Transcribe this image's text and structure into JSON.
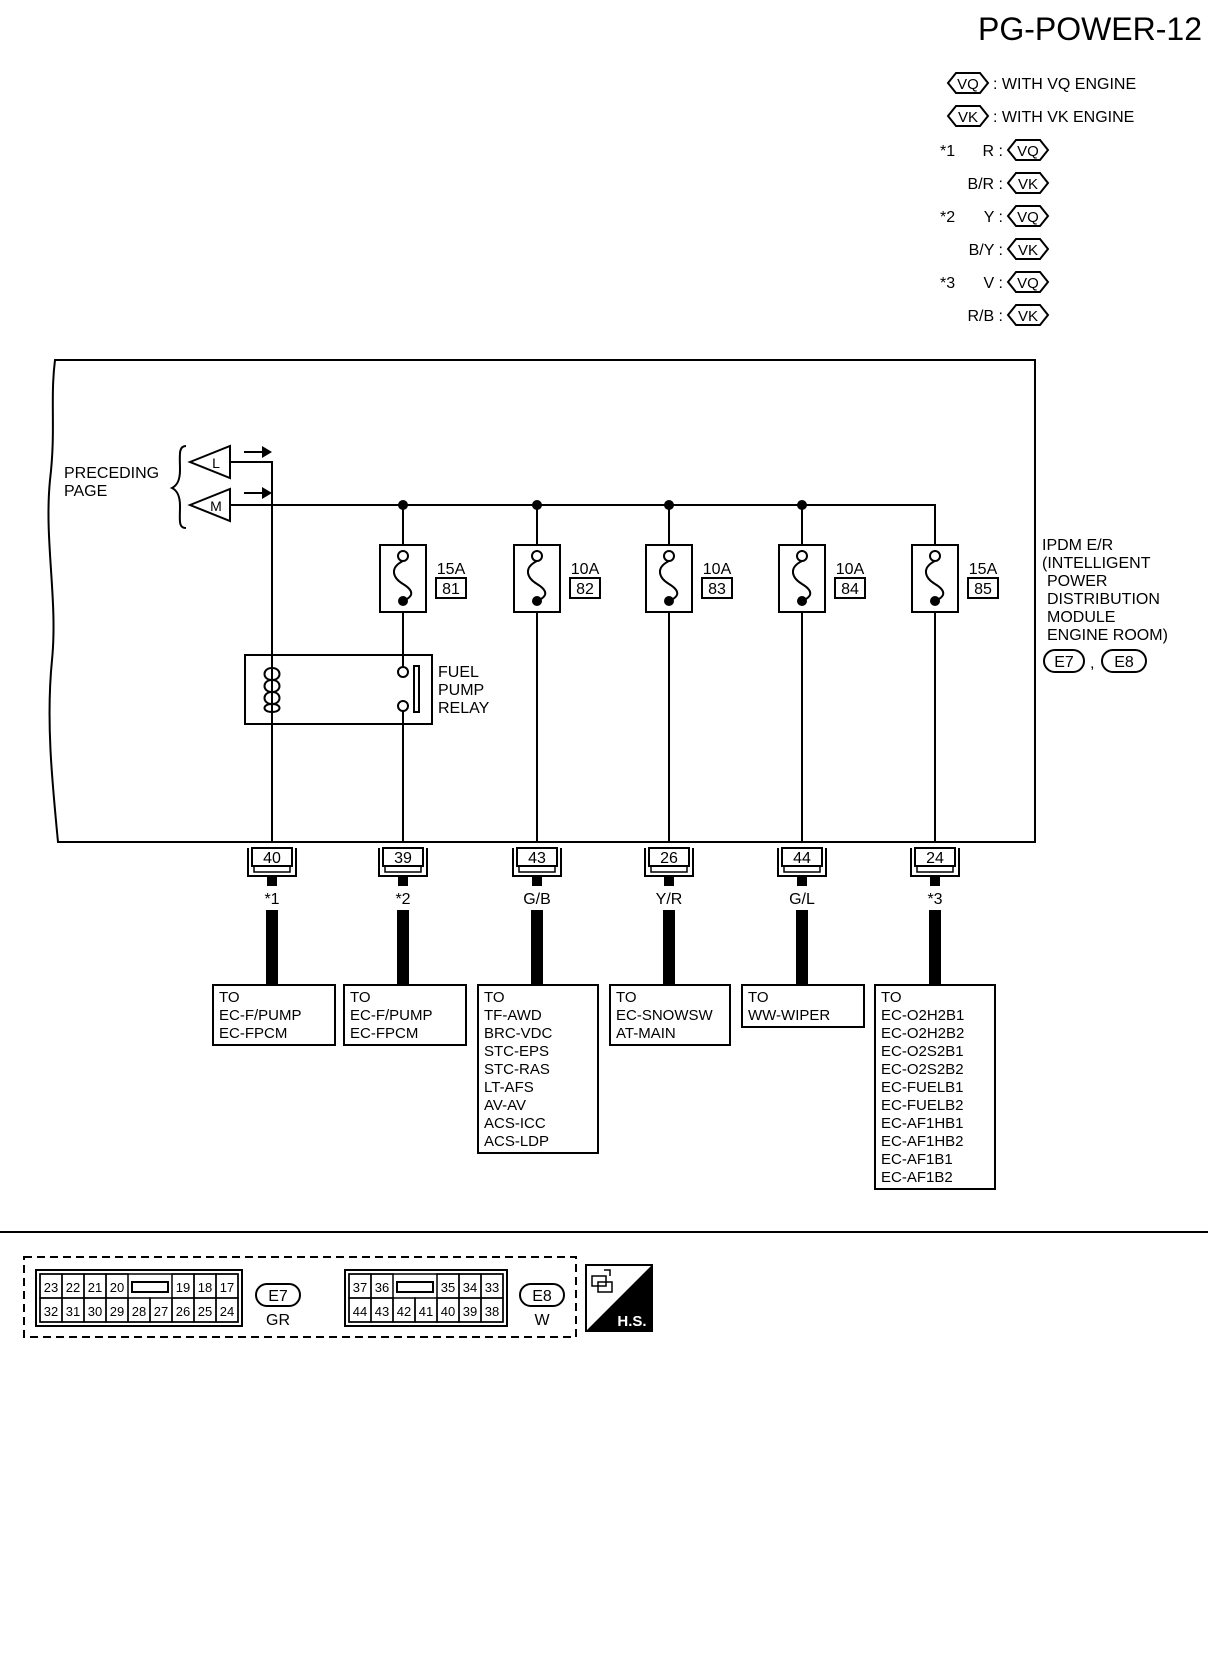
{
  "page_code": "PG-POWER-12",
  "legend": {
    "vq_code": "VQ",
    "vq_desc": ": WITH VQ ENGINE",
    "vk_code": "VK",
    "vk_desc": ": WITH VK ENGINE",
    "notes": [
      {
        "mark": "*1",
        "rows": [
          {
            "color": "R :",
            "engine": "VQ"
          },
          {
            "color": "B/R :",
            "engine": "VK"
          }
        ]
      },
      {
        "mark": "*2",
        "rows": [
          {
            "color": "Y :",
            "engine": "VQ"
          },
          {
            "color": "B/Y :",
            "engine": "VK"
          }
        ]
      },
      {
        "mark": "*3",
        "rows": [
          {
            "color": "V :",
            "engine": "VQ"
          },
          {
            "color": "R/B :",
            "engine": "VK"
          }
        ]
      }
    ]
  },
  "preceding": {
    "line1": "PRECEDING",
    "line2": "PAGE",
    "l": "L",
    "m": "M"
  },
  "ipdm": {
    "lines": [
      "IPDM E/R",
      "(INTELLIGENT",
      "POWER",
      "DISTRIBUTION",
      "MODULE",
      "ENGINE ROOM)"
    ],
    "conn1": "E7",
    "sep": ",",
    "conn2": "E8"
  },
  "relay": {
    "lines": [
      "FUEL",
      "PUMP",
      "RELAY"
    ]
  },
  "fuses": [
    {
      "amp": "15A",
      "num": "81"
    },
    {
      "amp": "10A",
      "num": "82"
    },
    {
      "amp": "10A",
      "num": "83"
    },
    {
      "amp": "10A",
      "num": "84"
    },
    {
      "amp": "15A",
      "num": "85"
    }
  ],
  "terminals": [
    {
      "pin": "40",
      "wire": "*1",
      "dest": [
        "TO",
        "EC-F/PUMP",
        "EC-FPCM"
      ]
    },
    {
      "pin": "39",
      "wire": "*2",
      "dest": [
        "TO",
        "EC-F/PUMP",
        "EC-FPCM"
      ]
    },
    {
      "pin": "43",
      "wire": "G/B",
      "dest": [
        "TO",
        "TF-AWD",
        "BRC-VDC",
        "STC-EPS",
        "STC-RAS",
        "LT-AFS",
        "AV-AV",
        "ACS-ICC",
        "ACS-LDP"
      ]
    },
    {
      "pin": "26",
      "wire": "Y/R",
      "dest": [
        "TO",
        "EC-SNOWSW",
        "AT-MAIN"
      ]
    },
    {
      "pin": "44",
      "wire": "G/L",
      "dest": [
        "TO",
        "WW-WIPER"
      ]
    },
    {
      "pin": "24",
      "wire": "*3",
      "dest": [
        "TO",
        "EC-O2H2B1",
        "EC-O2H2B2",
        "EC-O2S2B1",
        "EC-O2S2B2",
        "EC-FUELB1",
        "EC-FUELB2",
        "EC-AF1HB1",
        "EC-AF1HB2",
        "EC-AF1B1",
        "EC-AF1B2"
      ]
    }
  ],
  "connectors": {
    "e7": {
      "top": [
        "23",
        "22",
        "21",
        "20",
        "",
        "19",
        "18",
        "17"
      ],
      "bottom": [
        "32",
        "31",
        "30",
        "29",
        "28",
        "27",
        "26",
        "25",
        "24"
      ],
      "id": "E7",
      "color": "GR"
    },
    "e8": {
      "top": [
        "37",
        "36",
        "",
        "35",
        "34",
        "33"
      ],
      "bottom": [
        "44",
        "43",
        "42",
        "41",
        "40",
        "39",
        "38"
      ],
      "id": "E8",
      "color": "W"
    }
  },
  "hs_label": "H.S."
}
